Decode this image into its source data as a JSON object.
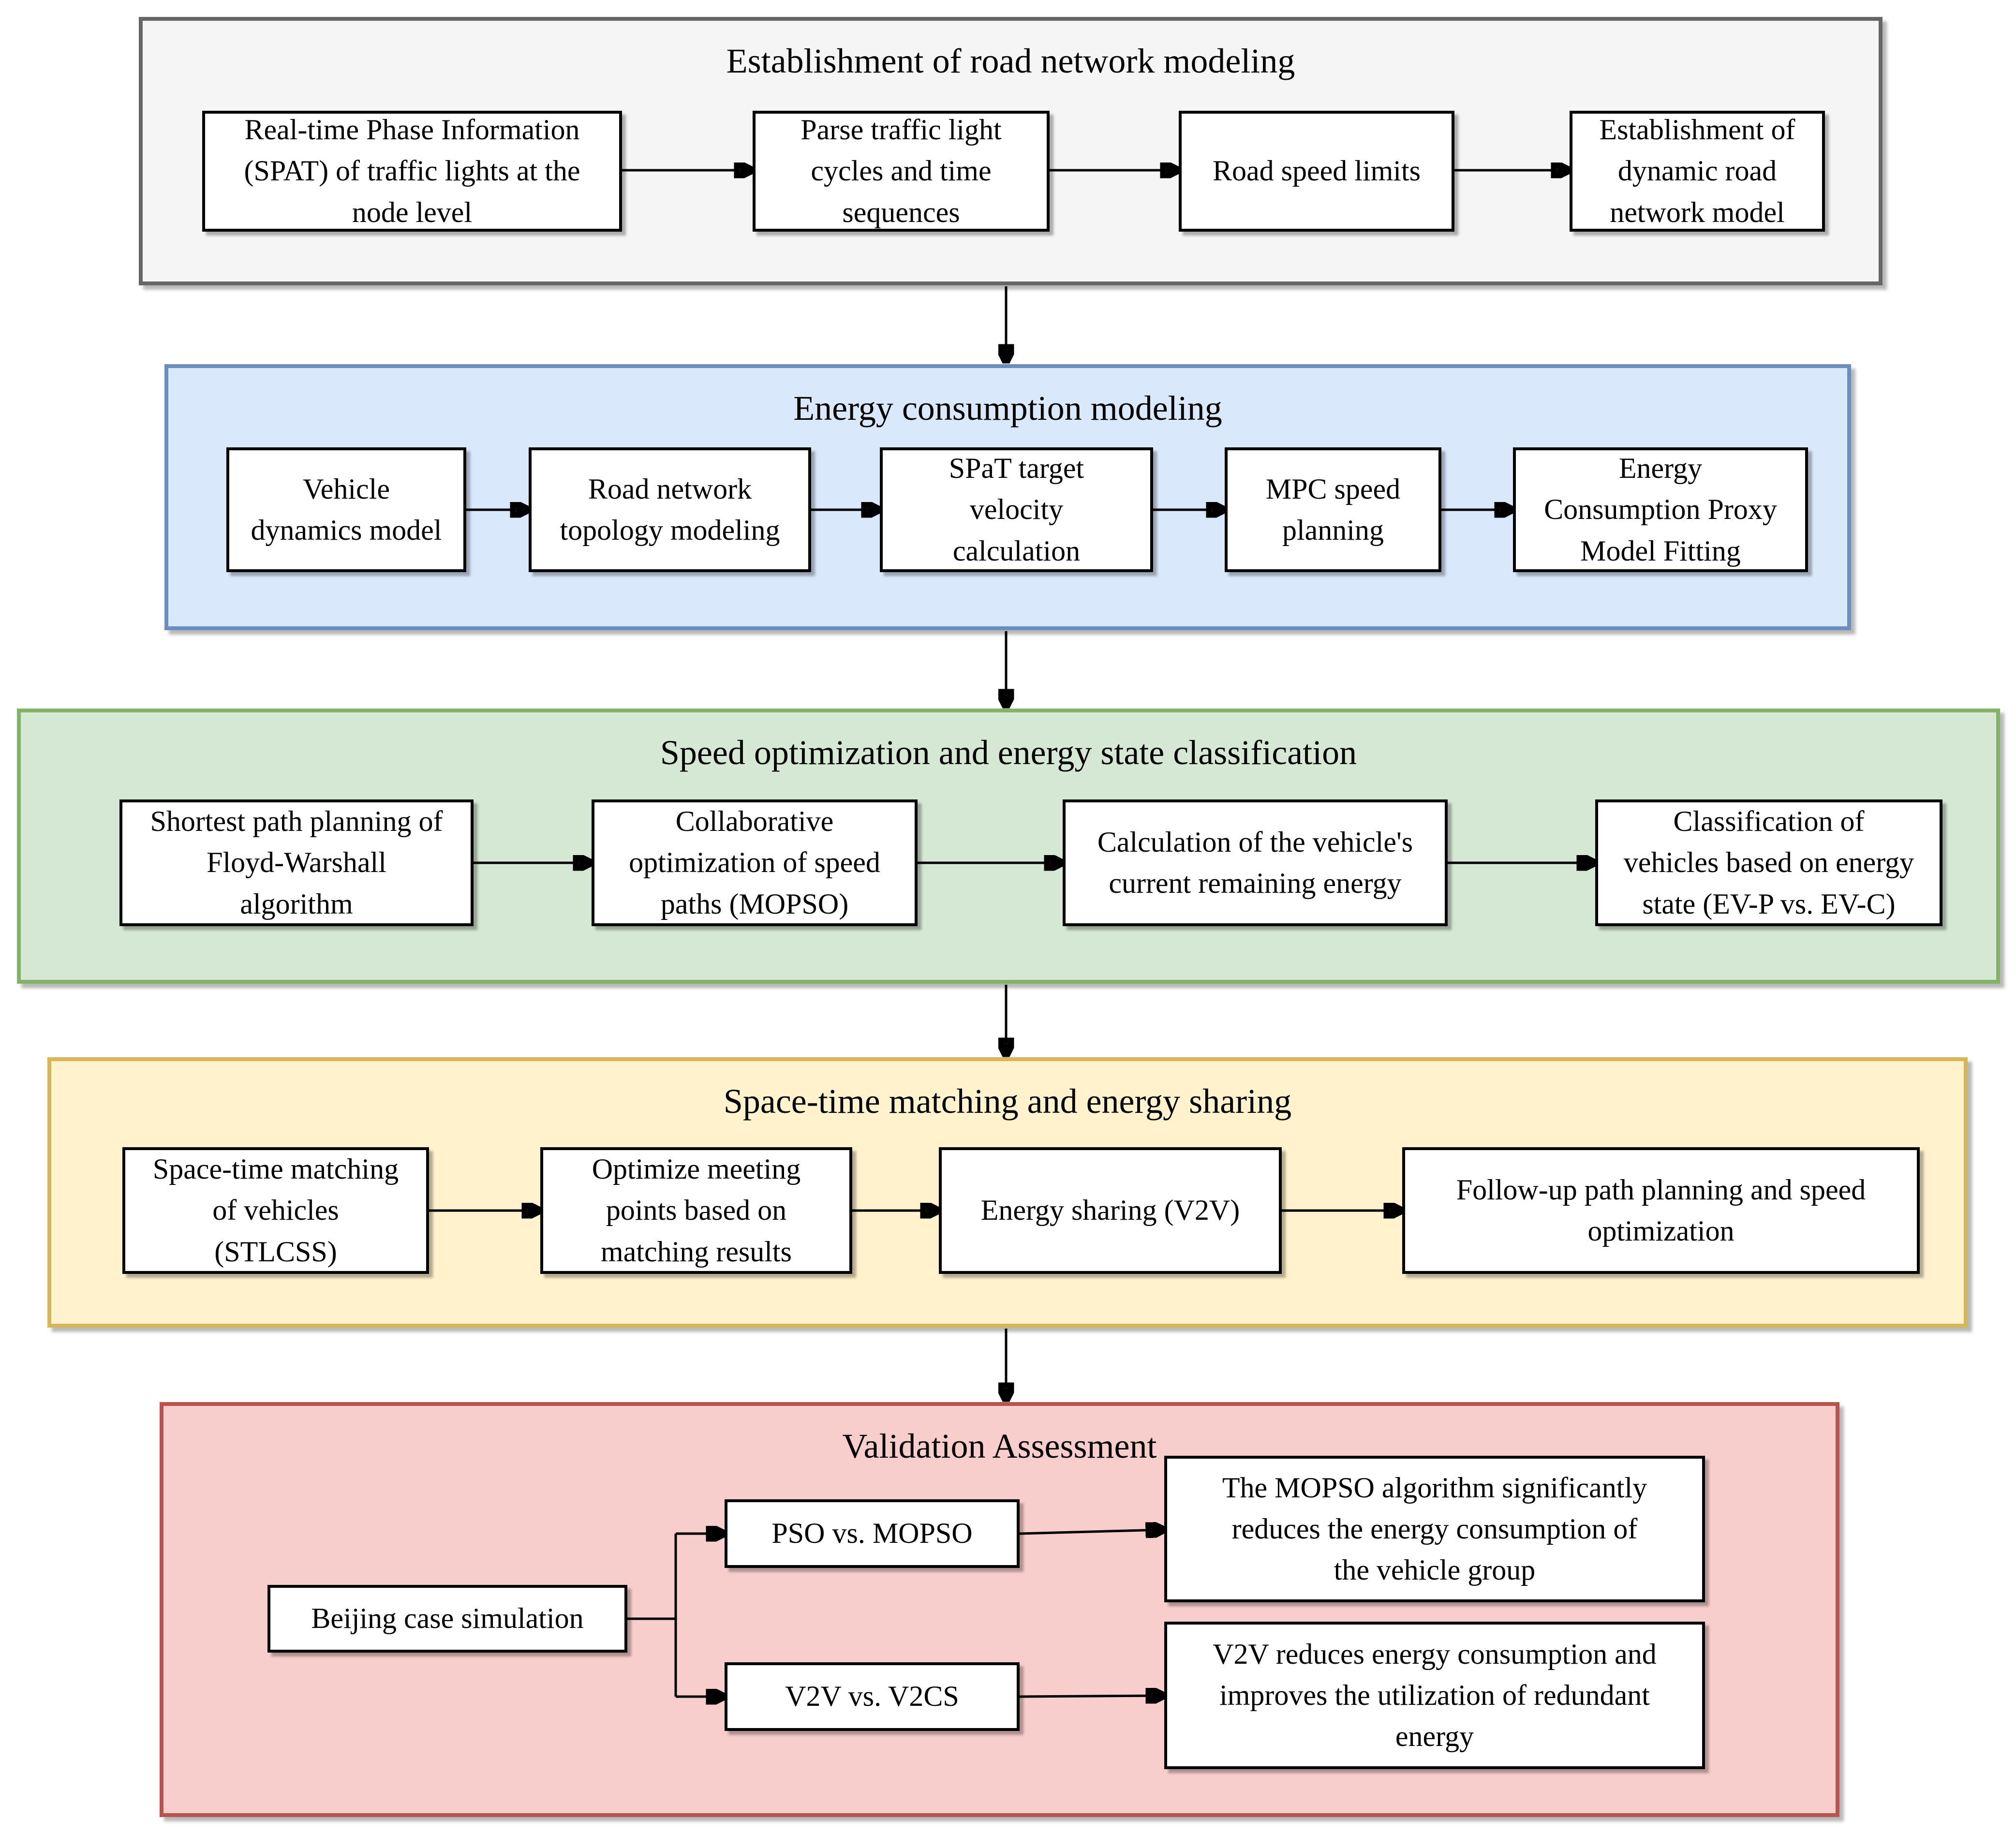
{
  "colors": {
    "node_fill": "#ffffff",
    "node_stroke": "#000000",
    "connector": "#000000"
  },
  "sections": [
    {
      "title": "Establishment of road network modeling",
      "colors": {
        "fill": "#f5f5f5",
        "stroke": "#666666"
      },
      "boxes": [
        {
          "label": "Real-time Phase Information\n(SPAT) of traffic lights at the\nnode level"
        },
        {
          "label": "Parse traffic light\ncycles and time\nsequences"
        },
        {
          "label": "Road speed limits"
        },
        {
          "label": "Establishment of\ndynamic road\nnetwork model"
        }
      ]
    },
    {
      "title": "Energy consumption modeling",
      "colors": {
        "fill": "#dae8fc",
        "stroke": "#6c8ebf"
      },
      "boxes": [
        {
          "label": "Vehicle\ndynamics model"
        },
        {
          "label": "Road network\ntopology modeling"
        },
        {
          "label": "SPaT target\nvelocity\ncalculation"
        },
        {
          "label": "MPC speed\nplanning"
        },
        {
          "label": "Energy\nConsumption Proxy\nModel Fitting"
        }
      ]
    },
    {
      "title": "Speed optimization and energy state classification",
      "colors": {
        "fill": "#d5e8d4",
        "stroke": "#82b366"
      },
      "boxes": [
        {
          "label": "Shortest path planning of\nFloyd-Warshall\nalgorithm"
        },
        {
          "label": "Collaborative\noptimization of speed\npaths (MOPSO)"
        },
        {
          "label": "Calculation of the vehicle's\ncurrent remaining energy"
        },
        {
          "label": "Classification of\nvehicles based on energy\nstate (EV-P vs. EV-C)"
        }
      ]
    },
    {
      "title": "Space-time matching and energy sharing",
      "colors": {
        "fill": "#fff2cc",
        "stroke": "#d6b656"
      },
      "boxes": [
        {
          "label": "Space-time matching\nof vehicles\n(STLCSS)"
        },
        {
          "label": "Optimize meeting\npoints based on\nmatching results"
        },
        {
          "label": "Energy sharing (V2V)"
        },
        {
          "label": "Follow-up path planning and speed\noptimization"
        }
      ]
    },
    {
      "title": "Validation Assessment",
      "colors": {
        "fill": "#f8cecc",
        "stroke": "#b85450"
      },
      "boxes": [
        {
          "label": "Beijing case simulation"
        },
        {
          "label": "PSO vs. MOPSO"
        },
        {
          "label": "V2V vs. V2CS"
        },
        {
          "label": "The MOPSO algorithm significantly\nreduces the energy consumption of\nthe vehicle group"
        },
        {
          "label": "V2V reduces energy consumption and\nimproves the utilization of redundant\nenergy"
        }
      ]
    }
  ]
}
